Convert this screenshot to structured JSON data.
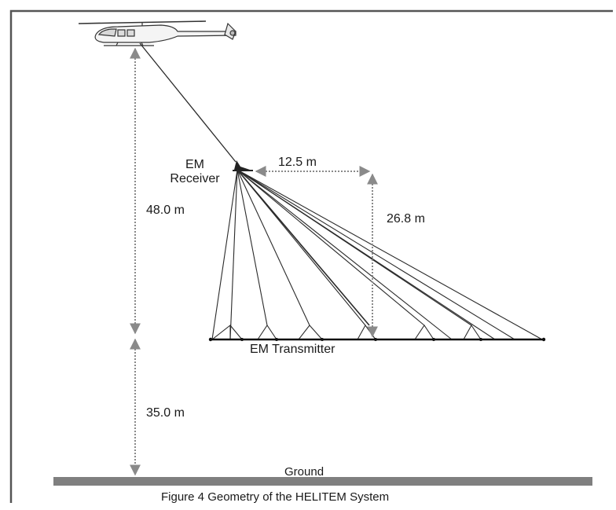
{
  "figure": {
    "caption": "Figure 4 Geometry of the HELITEM System",
    "labels": {
      "receiver_line1": "EM",
      "receiver_line2": "Receiver",
      "transmitter": "EM Transmitter",
      "ground": "Ground"
    },
    "dimensions": {
      "horizontal_offset": "12.5 m",
      "receiver_to_transmitter_vertical": "26.8 m",
      "helicopter_to_transmitter": "48.0 m",
      "transmitter_to_ground": "35.0 m"
    },
    "colors": {
      "line": "#2a2a2a",
      "dimension_arrow": "#8a8a8a",
      "ground": "#7f7f7f",
      "frame": "#555555"
    },
    "icons": [
      "helicopter-icon"
    ]
  }
}
